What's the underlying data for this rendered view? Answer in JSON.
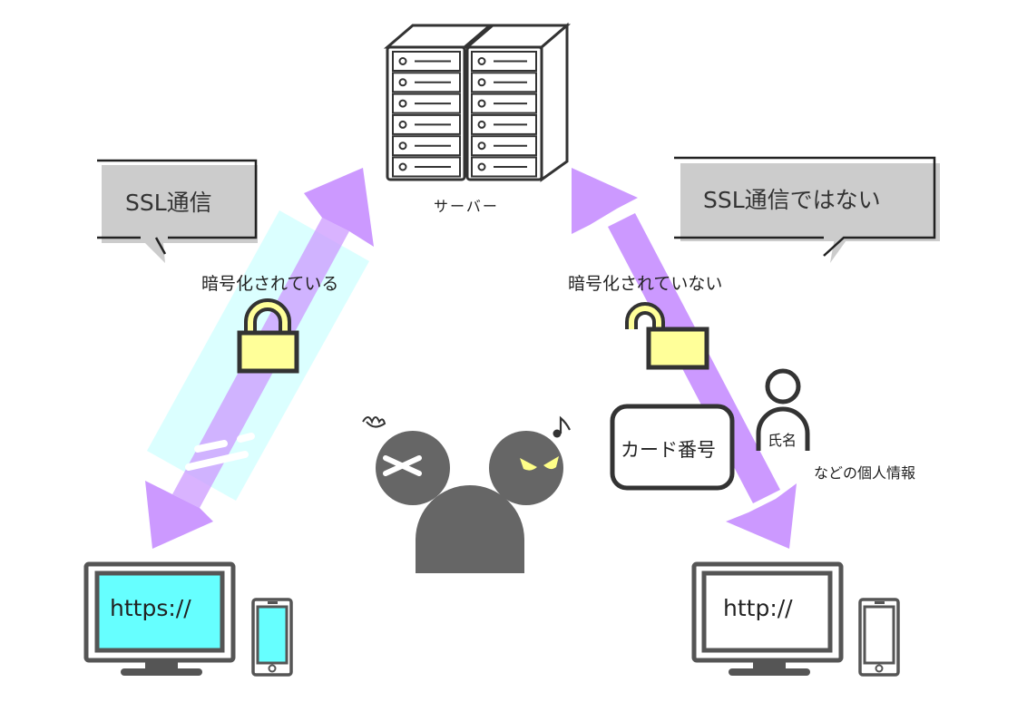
{
  "server": {
    "label": "サーバー",
    "icon": "server-rack-icon"
  },
  "left": {
    "bubble": "SSL通信",
    "status": "暗号化されている",
    "lock_state": "locked",
    "url": "https://",
    "screen_color": "#66ffff"
  },
  "right": {
    "bubble": "SSL通信ではない",
    "status": "暗号化されていない",
    "lock_state": "unlocked",
    "url": "http://",
    "screen_color": "#ffffff",
    "card_label": "カード番号",
    "person_label": "氏名",
    "info_note": "などの個人情報"
  },
  "colors": {
    "arrow": "#cc99ff",
    "shield": "#ccffff",
    "lock": "#ffff99",
    "outline": "#333333",
    "attacker": "#666666",
    "attacker_eyes": "#ffff88",
    "bubble_fill": "#cccccc"
  }
}
